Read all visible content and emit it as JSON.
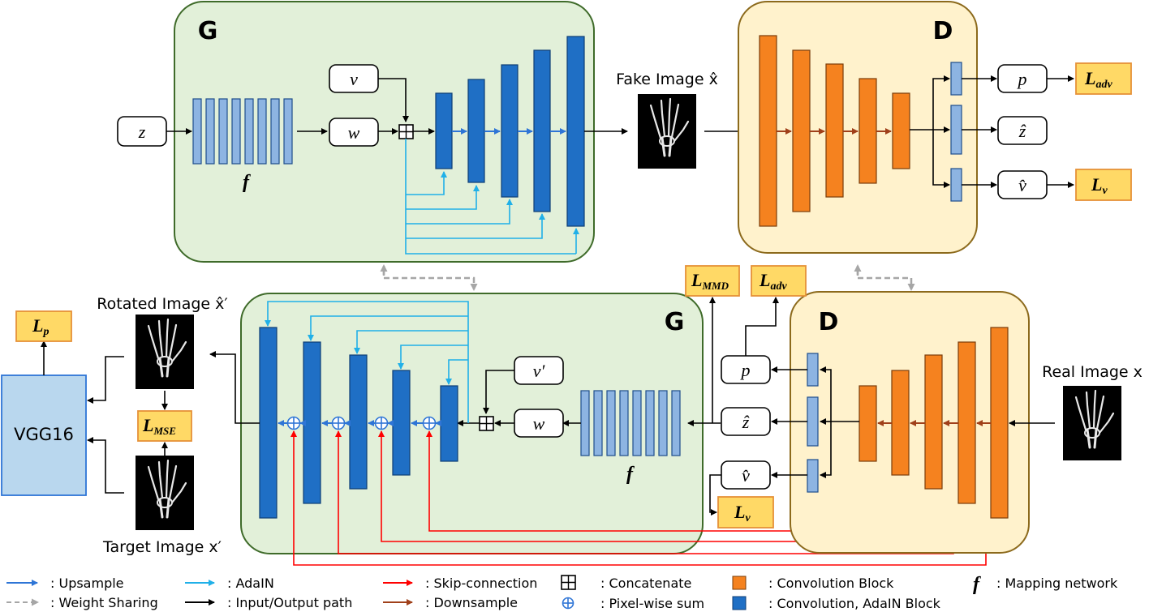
{
  "top": {
    "generator": {
      "label": "G",
      "vars": {
        "z": "z",
        "v": "v",
        "w": "w",
        "f": "f"
      }
    },
    "fake_image_label": "Fake Image x̂",
    "discriminator": {
      "label": "D",
      "outputs": {
        "p": "p",
        "z_hat": "ẑ",
        "v_hat": "v̂"
      }
    },
    "losses": {
      "adv": "L",
      "adv_sub": "adv",
      "v": "L",
      "v_sub": "v"
    }
  },
  "bottom": {
    "generator": {
      "label": "G",
      "vars": {
        "v_prime": "v′",
        "w": "w",
        "f": "f"
      }
    },
    "discriminator": {
      "label": "D",
      "outputs": {
        "p": "p",
        "z_hat": "ẑ",
        "v_hat": "v̂"
      }
    },
    "real_image_label": "Real Image x",
    "rotated_image_label": "Rotated Image x̂′",
    "target_image_label": "Target Image x′",
    "vgg_label": "VGG16",
    "losses": {
      "mmd": "L",
      "mmd_sub": "MMD",
      "adv": "L",
      "adv_sub": "adv",
      "v": "L",
      "v_sub": "v",
      "p": "L",
      "p_sub": "p",
      "mse": "L",
      "mse_sub": "MSE"
    }
  },
  "legend": {
    "upsample": ": Upsample",
    "weight_sharing": ": Weight Sharing",
    "adain": ": AdaIN",
    "io_path": ": Input/Output path",
    "skip": ": Skip-connection",
    "downsample": ": Downsample",
    "concatenate": ": Concatenate",
    "pixel_sum": ": Pixel-wise sum",
    "conv_block": ": Convolution Block",
    "conv_adain_block": ": Convolution, AdaIN Block",
    "f_symbol": "f",
    "mapping": ": Mapping network"
  },
  "colors": {
    "gen_panel": "#e2f0d9",
    "gen_border": "#3f6b2a",
    "disc_panel": "#fff2cc",
    "disc_border": "#8c6a1c",
    "conv_adain_block": "#1f6fc5",
    "mapping_block": "#8db4e2",
    "conv_block": "#f5821f",
    "loss_box": "#ffd966",
    "loss_border": "#e69138",
    "vgg": "#b9d7ee",
    "upsample_arrow": "#2e75d6",
    "adain_arrow": "#20b0e8",
    "skip_arrow": "#ff0000",
    "downsample_arrow": "#a0401a",
    "weight_sharing_arrow": "#a6a6a6"
  }
}
